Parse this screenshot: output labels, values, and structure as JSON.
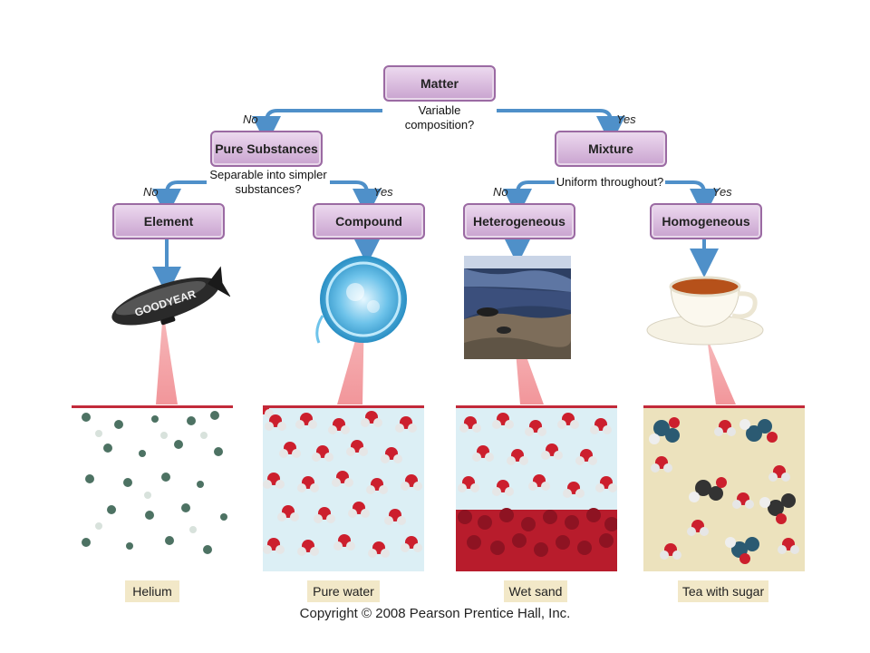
{
  "nodes": {
    "matter": "Matter",
    "pure_substances": "Pure Substances",
    "mixture": "Mixture",
    "element": "Element",
    "compound": "Compound",
    "heterogeneous": "Heterogeneous",
    "homogeneous": "Homogeneous"
  },
  "questions": {
    "variable_composition": "Variable composition?",
    "separable_line1": "Separable into simpler",
    "separable_line2": "substances?",
    "uniform": "Uniform throughout?"
  },
  "branches": {
    "no": "No",
    "yes": "Yes"
  },
  "images": {
    "blimp_text": "GOODYEAR"
  },
  "captions": {
    "helium": "Helium",
    "pure_water": "Pure water",
    "wet_sand": "Wet sand",
    "tea_with_sugar": "Tea with sugar"
  },
  "copyright": "Copyright © 2008 Pearson Prentice Hall, Inc.",
  "colors": {
    "node_fill": "#d8b8dd",
    "node_border": "#9b6aa3",
    "arrow": "#4f90c9",
    "caption_bg": "#f2e8c8",
    "panel_rule": "#c22a3a"
  }
}
